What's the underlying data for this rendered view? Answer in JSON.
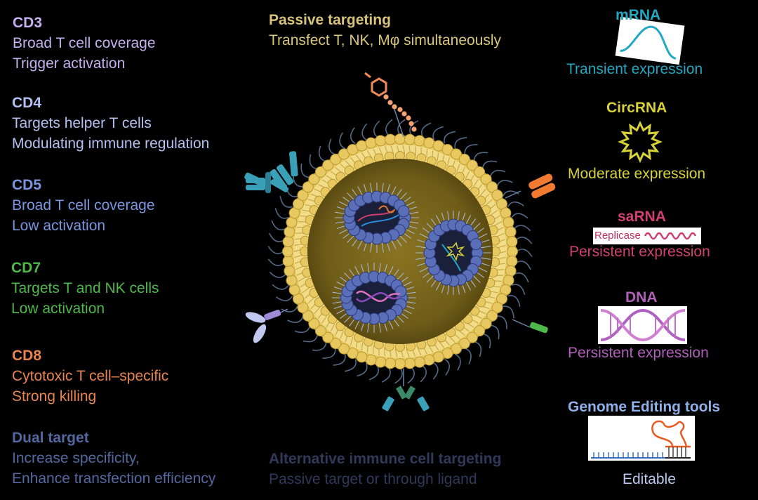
{
  "left_targets": [
    {
      "id": "cd3",
      "title": "CD3",
      "lines": [
        "Broad T cell coverage",
        "Trigger activation"
      ],
      "color": "#c4b0ee"
    },
    {
      "id": "cd4",
      "title": "CD4",
      "lines": [
        "Targets helper T cells",
        "Modulating immune regulation"
      ],
      "color": "#b3c0f0"
    },
    {
      "id": "cd5",
      "title": "CD5",
      "lines": [
        "Broad T cell coverage",
        "Low activation"
      ],
      "color": "#7a96e0"
    },
    {
      "id": "cd7",
      "title": "CD7",
      "lines": [
        "Targets T and NK cells",
        "Low activation"
      ],
      "color": "#4fb84a"
    },
    {
      "id": "cd8",
      "title": "CD8",
      "lines": [
        "Cytotoxic T cell–specific",
        "Strong killing"
      ],
      "color": "#e8844f"
    },
    {
      "id": "dual",
      "title": "Dual target",
      "lines": [
        "Increase specificity,",
        "Enhance transfection efficiency"
      ],
      "color": "#5468a0"
    }
  ],
  "passive": {
    "title": "Passive targeting",
    "subtitle": "Transfect T, NK, Mφ simultaneously",
    "color": "#d8c47a"
  },
  "alternative": {
    "title": "Alternative immune cell targeting",
    "subtitle": "Passive target or through ligand",
    "color": "#30395a"
  },
  "cargo": {
    "mrna": {
      "title": "mRNA",
      "caption": "Transient expression",
      "color": "#22a8c0"
    },
    "circrna": {
      "title": "CircRNA",
      "caption": "Moderate expression",
      "color": "#d8d23a"
    },
    "sarna": {
      "title": "saRNA",
      "caption": "Persistent expression",
      "color": "#d04070",
      "card_label": "Replicase"
    },
    "dna": {
      "title": "DNA",
      "caption": "Persistent expression",
      "color": "#b060b8"
    },
    "genome": {
      "title": "Genome Editing tools",
      "caption": "Editable",
      "title_color": "#90b0e8",
      "caption_color": "#b8c8f0"
    }
  }
}
